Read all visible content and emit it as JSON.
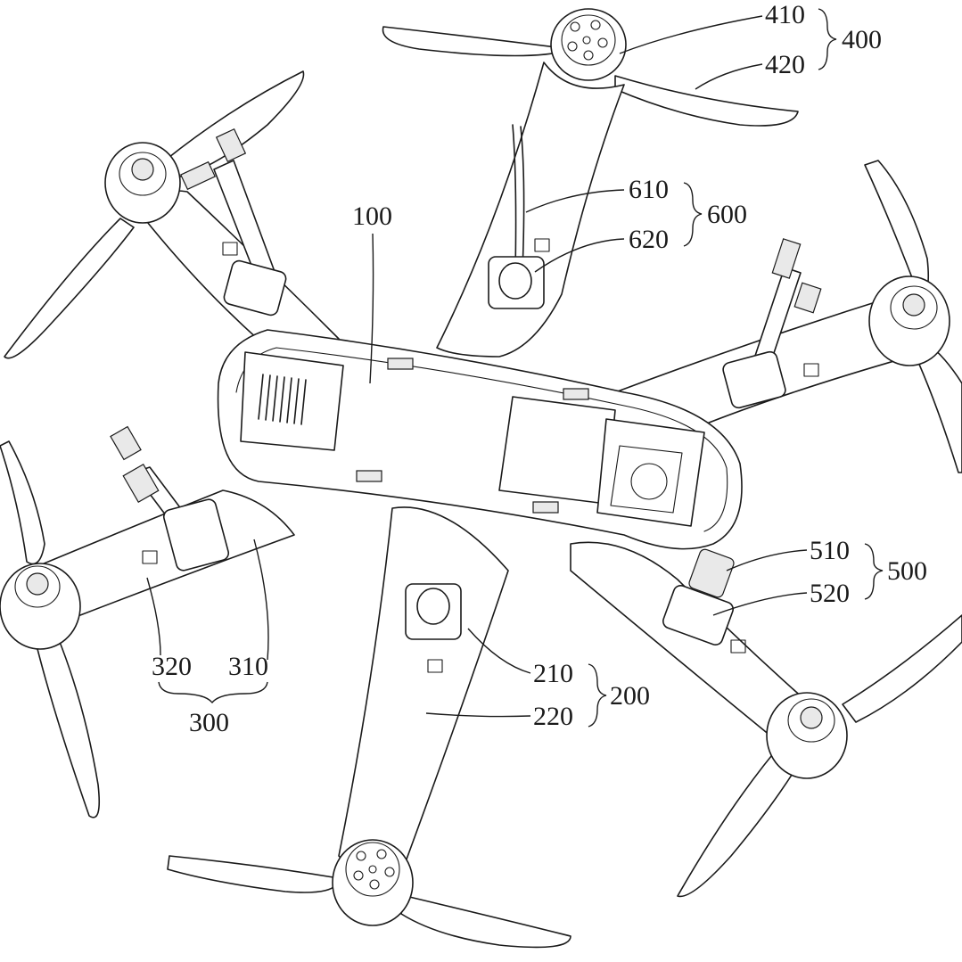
{
  "labels": {
    "body": "100",
    "arm_front": "200",
    "arm_front_a": "210",
    "arm_front_b": "220",
    "arm_left": "300",
    "arm_left_a": "310",
    "arm_left_b": "320",
    "arm_top": "400",
    "arm_top_a": "410",
    "arm_top_b": "420",
    "arm_right": "500",
    "arm_right_a": "510",
    "arm_right_b": "520",
    "arm_rear": "600",
    "arm_rear_a": "610",
    "arm_rear_b": "620"
  }
}
